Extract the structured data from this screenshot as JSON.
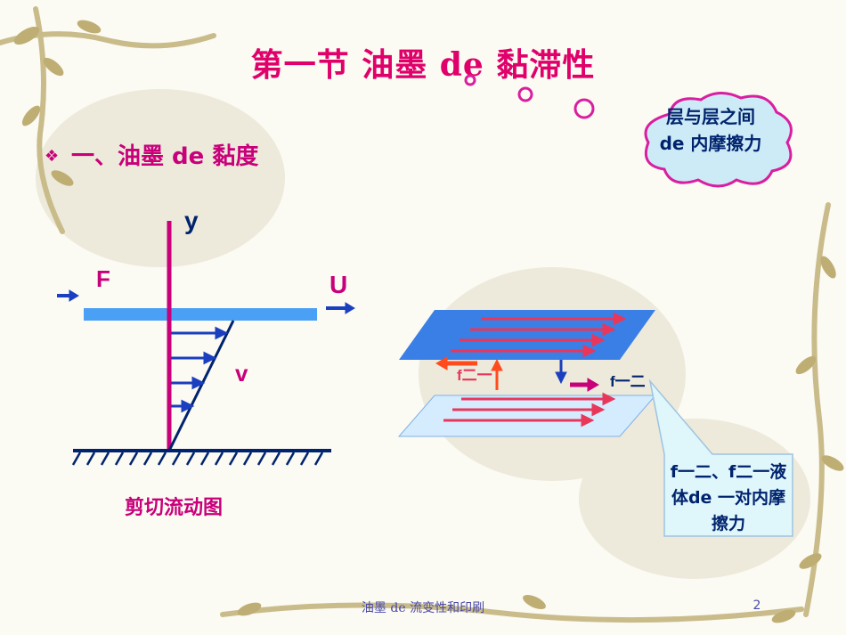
{
  "slide": {
    "title": "第一节   油墨 de 黏滞性",
    "bullet_mark": "❖",
    "bullet_text": "一、油墨 de 黏度",
    "cloud_text": "层与层之间 de 内摩擦力",
    "callout_text": "f一二、f二一液体de 一对内摩擦力",
    "caption": "剪切流动图",
    "labels": {
      "y": "y",
      "F": "F",
      "U": "U",
      "v": "v",
      "f21": "f二一",
      "f12": "f一二"
    },
    "footer": "油墨 de 流变性和印刷",
    "page_number": "2"
  },
  "colors": {
    "title": "#e0006a",
    "dark_blue": "#00236e",
    "magenta": "#c8007a",
    "plate_blue": "#3a7fe6",
    "light_plate": "#d5ecff",
    "arrow_blue": "#1a3fbf",
    "arrow_red": "#e8375a",
    "orange": "#ff4b1e"
  }
}
